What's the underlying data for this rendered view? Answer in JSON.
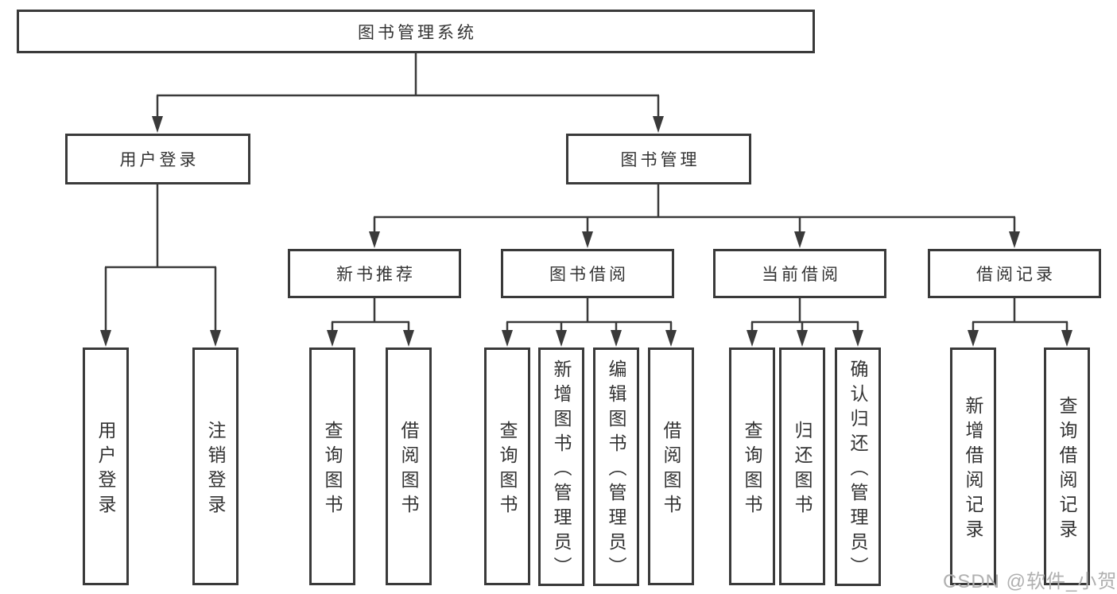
{
  "colors": {
    "line": "#3a3a3a",
    "node_border": "#3a3a3a",
    "node_text": "#333333",
    "background": "#ffffff",
    "watermark": "#b0b0b0"
  },
  "tree": {
    "root": {
      "label": "图书管理系统"
    },
    "branches": [
      {
        "label": "用户登录",
        "children": [
          {
            "label": "用户登录"
          },
          {
            "label": "注销登录"
          }
        ]
      },
      {
        "label": "图书管理",
        "sections": [
          {
            "label": "新书推荐",
            "children": [
              {
                "label": "查询图书"
              },
              {
                "label": "借阅图书"
              }
            ]
          },
          {
            "label": "图书借阅",
            "children": [
              {
                "label": "查询图书"
              },
              {
                "label": "新增图书（管理员）"
              },
              {
                "label": "编辑图书（管理员）"
              },
              {
                "label": "借阅图书"
              }
            ]
          },
          {
            "label": "当前借阅",
            "children": [
              {
                "label": "查询图书"
              },
              {
                "label": "归还图书"
              },
              {
                "label": "确认归还（管理员）"
              }
            ]
          },
          {
            "label": "借阅记录",
            "children": [
              {
                "label": "新增借阅记录"
              },
              {
                "label": "查询借阅记录"
              }
            ]
          }
        ]
      }
    ]
  },
  "watermark": {
    "text": "CSDN @软件_小贺同学"
  }
}
